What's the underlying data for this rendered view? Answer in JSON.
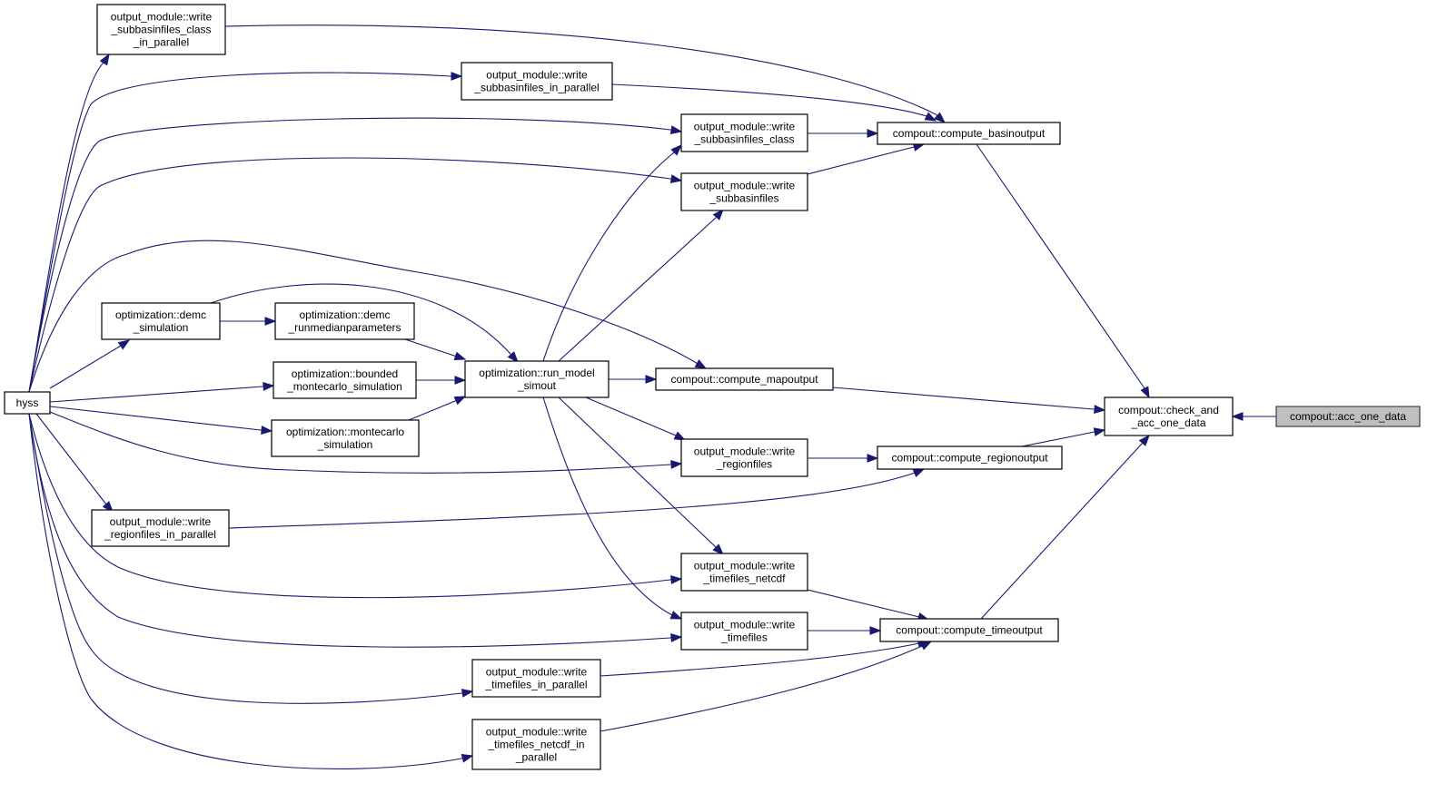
{
  "colors": {
    "edge": "#191970",
    "highlight_fill": "#bfbfbf",
    "node_border": "#000000"
  },
  "nodes": {
    "acc_one_data": [
      "compout::acc_one_data"
    ],
    "check_and_acc": [
      "compout::check_and",
      "_acc_one_data"
    ],
    "compute_basinoutput": [
      "compout::compute_basinoutput"
    ],
    "compute_mapoutput": [
      "compout::compute_mapoutput"
    ],
    "compute_regionoutput": [
      "compout::compute_regionoutput"
    ],
    "compute_timeoutput": [
      "compout::compute_timeoutput"
    ],
    "write_subbasinfiles_class_in_parallel": [
      "output_module::write",
      "_subbasinfiles_class",
      "_in_parallel"
    ],
    "write_subbasinfiles_in_parallel": [
      "output_module::write",
      "_subbasinfiles_in_parallel"
    ],
    "write_subbasinfiles_class": [
      "output_module::write",
      "_subbasinfiles_class"
    ],
    "write_subbasinfiles": [
      "output_module::write",
      "_subbasinfiles"
    ],
    "run_model_simout": [
      "optimization::run_model",
      "_simout"
    ],
    "write_regionfiles": [
      "output_module::write",
      "_regionfiles"
    ],
    "write_regionfiles_in_parallel": [
      "output_module::write",
      "_regionfiles_in_parallel"
    ],
    "write_timefiles_netcdf": [
      "output_module::write",
      "_timefiles_netcdf"
    ],
    "write_timefiles": [
      "output_module::write",
      "_timefiles"
    ],
    "write_timefiles_in_parallel": [
      "output_module::write",
      "_timefiles_in_parallel"
    ],
    "write_timefiles_netcdf_in_parallel": [
      "output_module::write",
      "_timefiles_netcdf_in",
      "_parallel"
    ],
    "demc_simulation": [
      "optimization::demc",
      "_simulation"
    ],
    "demc_runmedianparameters": [
      "optimization::demc",
      "_runmedianparameters"
    ],
    "bounded_montecarlo_simulation": [
      "optimization::bounded",
      "_montecarlo_simulation"
    ],
    "montecarlo_simulation": [
      "optimization::montecarlo",
      "_simulation"
    ],
    "hyss": [
      "hyss"
    ]
  }
}
